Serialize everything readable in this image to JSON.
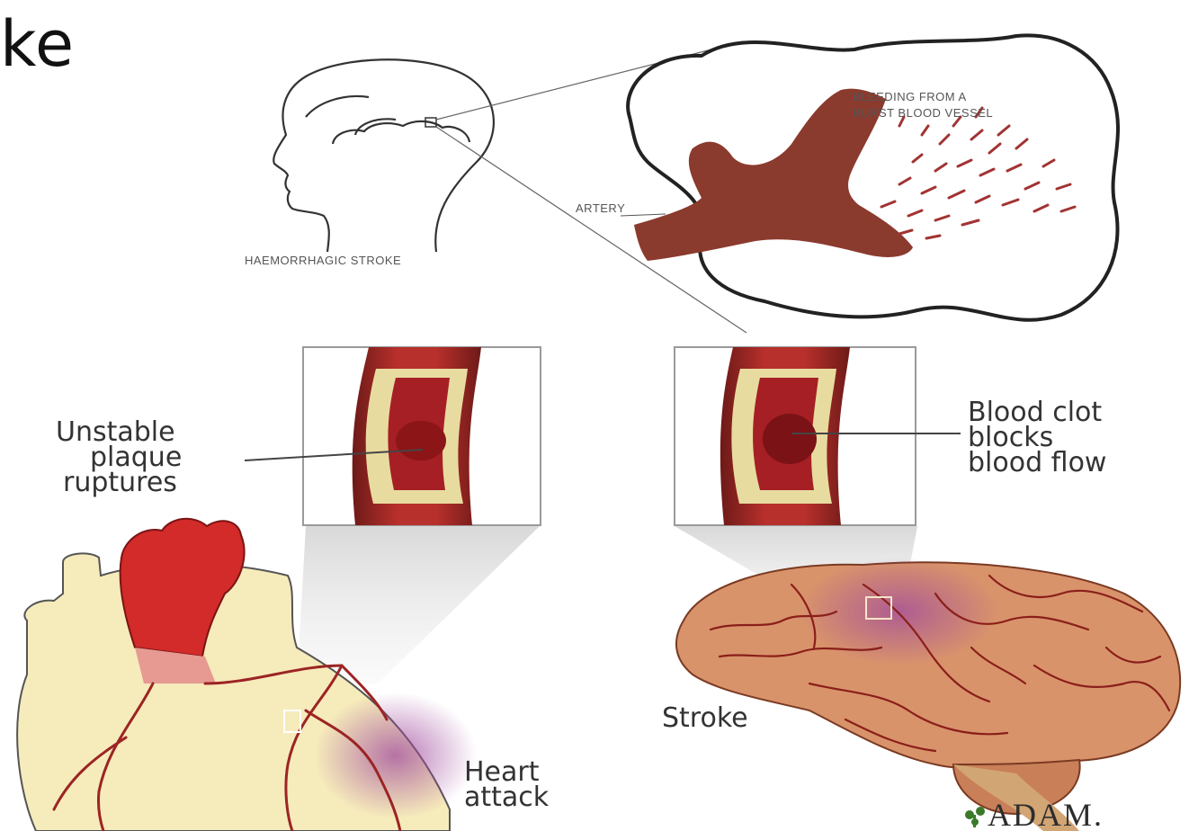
{
  "slide": {
    "title_fragment": "ke"
  },
  "labels": {
    "bleeding_line1": "BLEEDING FROM A",
    "bleeding_line2": "BURST BLOOD VESSEL",
    "artery": "ARTERY",
    "haemorrhagic": "HAEMORRHAGIC STROKE",
    "unstable_line1": "Unstable",
    "unstable_line2": "plaque",
    "unstable_line3": "ruptures",
    "clot_line1": "Blood clot",
    "clot_line2": "blocks",
    "clot_line3": "blood flow",
    "stroke": "Stroke",
    "heart_line1": "Heart",
    "heart_line2": "attack",
    "logo": "ADAM."
  },
  "colors": {
    "artery": "#8b3a2e",
    "blood": "#b52025",
    "plaque": "#e8dba0",
    "heart_body": "#f6ebbb",
    "brain": "#d9936b",
    "brain_vessel": "#8a1f1a",
    "ischemia": "#9b4f9a",
    "logo_green": "#3a7a2a"
  }
}
